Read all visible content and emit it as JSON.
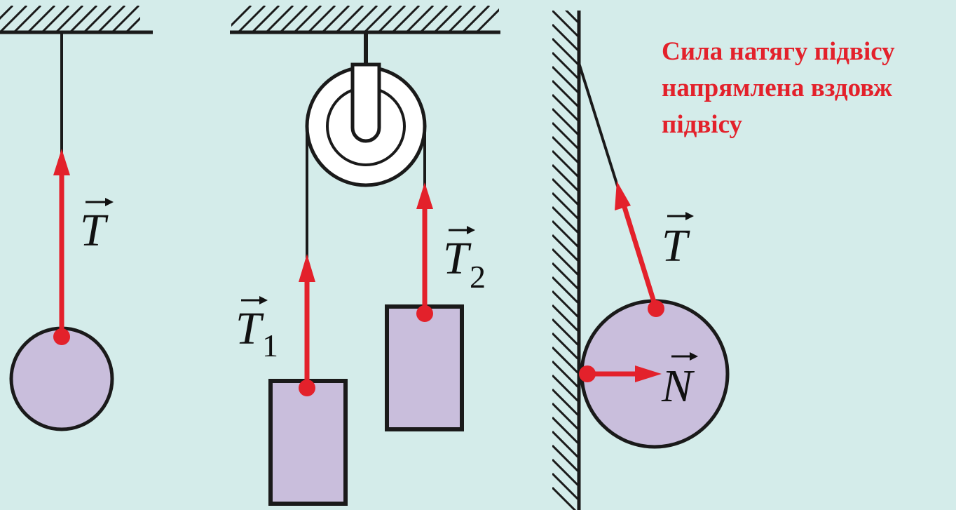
{
  "caption": {
    "lines": [
      "Сила натягу підвісу",
      "напрямлена вздовж",
      "підвісу"
    ]
  },
  "labels": {
    "T_single": "T",
    "T1_letter": "T",
    "T1_sub": "1",
    "T2_letter": "T",
    "T2_sub": "2",
    "T_wall": "T",
    "N_wall": "N"
  },
  "colors": {
    "background": "#d4ecea",
    "force_arrow": "#e3212b",
    "body_fill": "#c9bedc",
    "outline": "#1a1a1a",
    "caption_text": "#e3212b"
  },
  "icons": {
    "arrow_head": "triangle",
    "vector_mark": "right-arrow-over-letter"
  }
}
